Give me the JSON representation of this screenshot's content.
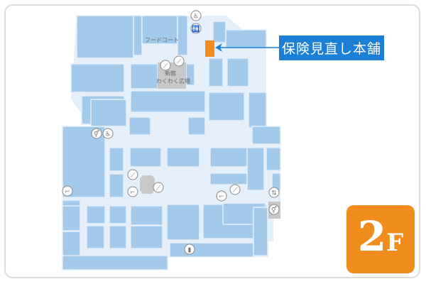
{
  "map": {
    "labels": {
      "food_court": "フードコート",
      "shinkan_line1": "新館",
      "shinkan_line2": "わくわく広場"
    },
    "highlighted_shop": {
      "name": "保険見直し本舗",
      "color": "#f08d1c"
    },
    "callout_color": "#1b7fd6",
    "floor": {
      "number": "2",
      "suffix": "F",
      "color": "#f08d1c"
    },
    "colors": {
      "corridor": "#e4effa",
      "shop": "#a3c9eb",
      "facility": "#c8c8c8"
    },
    "icons": [
      "wheelchair-icon",
      "restroom-icon",
      "escalator-icon",
      "stairs-icon",
      "elevator-icon",
      "aed-icon"
    ]
  }
}
